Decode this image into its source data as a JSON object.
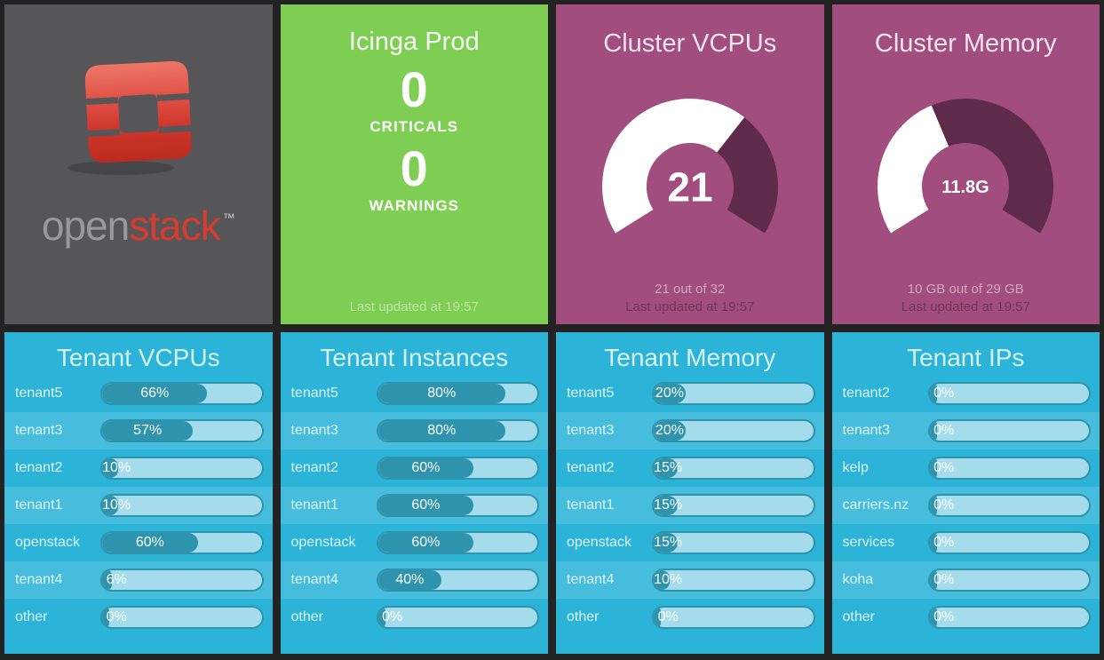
{
  "colors": {
    "page_bg": "#222222",
    "tile_gray": "#565659",
    "tile_green": "#7dce52",
    "tile_purple": "#a14d7d",
    "tile_cyan": "#2cb4d8",
    "row_band": "rgba(255,255,255,0.13)",
    "meter_track": "#a4dcec",
    "meter_fill": "#2e93ad",
    "gauge_arc_bg": "#5e2c4a",
    "gauge_arc_fill": "#ffffff",
    "logo_red": "#da3b2f",
    "logo_gray": "#97999c"
  },
  "tiles": {
    "logo": {
      "wordmark_open": "open",
      "wordmark_stack": "stack",
      "trademark": "™"
    },
    "icinga": {
      "title": "Icinga Prod",
      "criticals_value": "0",
      "criticals_label": "CRITICALS",
      "warnings_value": "0",
      "warnings_label": "WARNINGS",
      "updated": "Last updated at 19:57"
    },
    "cluster_vcpus": {
      "title": "Cluster VCPUs",
      "display": "21",
      "value": 21,
      "max": 32,
      "moreinfo": "21 out of 32",
      "updated": "Last updated at 19:57"
    },
    "cluster_memory": {
      "title": "Cluster Memory",
      "display": "11.8G",
      "value": 11.8,
      "max": 29,
      "moreinfo": "10 GB out of 29 GB",
      "updated": "Last updated at 19:57"
    },
    "tenant_tiles": [
      {
        "title": "Tenant VCPUs",
        "rows": [
          {
            "label": "tenant5",
            "percent": 66,
            "display": "66%"
          },
          {
            "label": "tenant3",
            "percent": 57,
            "display": "57%"
          },
          {
            "label": "tenant2",
            "percent": 10,
            "display": "10%"
          },
          {
            "label": "tenant1",
            "percent": 10,
            "display": "10%"
          },
          {
            "label": "openstack",
            "percent": 60,
            "display": "60%"
          },
          {
            "label": "tenant4",
            "percent": 6,
            "display": "6%"
          },
          {
            "label": "other",
            "percent": 0,
            "display": "0%"
          }
        ]
      },
      {
        "title": "Tenant Instances",
        "rows": [
          {
            "label": "tenant5",
            "percent": 80,
            "display": "80%"
          },
          {
            "label": "tenant3",
            "percent": 80,
            "display": "80%"
          },
          {
            "label": "tenant2",
            "percent": 60,
            "display": "60%"
          },
          {
            "label": "tenant1",
            "percent": 60,
            "display": "60%"
          },
          {
            "label": "openstack",
            "percent": 60,
            "display": "60%"
          },
          {
            "label": "tenant4",
            "percent": 40,
            "display": "40%"
          },
          {
            "label": "other",
            "percent": 0,
            "display": "0%"
          }
        ]
      },
      {
        "title": "Tenant Memory",
        "rows": [
          {
            "label": "tenant5",
            "percent": 20,
            "display": "20%"
          },
          {
            "label": "tenant3",
            "percent": 20,
            "display": "20%"
          },
          {
            "label": "tenant2",
            "percent": 15,
            "display": "15%"
          },
          {
            "label": "tenant1",
            "percent": 15,
            "display": "15%"
          },
          {
            "label": "openstack",
            "percent": 15,
            "display": "15%"
          },
          {
            "label": "tenant4",
            "percent": 10,
            "display": "10%"
          },
          {
            "label": "other",
            "percent": 0,
            "display": "0%"
          }
        ]
      },
      {
        "title": "Tenant IPs",
        "rows": [
          {
            "label": "tenant2",
            "percent": 0,
            "display": "0%"
          },
          {
            "label": "tenant3",
            "percent": 0,
            "display": "0%"
          },
          {
            "label": "kelp",
            "percent": 0,
            "display": "0%"
          },
          {
            "label": "carriers.nz",
            "percent": 0,
            "display": "0%"
          },
          {
            "label": "services",
            "percent": 0,
            "display": "0%"
          },
          {
            "label": "koha",
            "percent": 0,
            "display": "0%"
          },
          {
            "label": "other",
            "percent": 0,
            "display": "0%"
          }
        ]
      }
    ]
  }
}
